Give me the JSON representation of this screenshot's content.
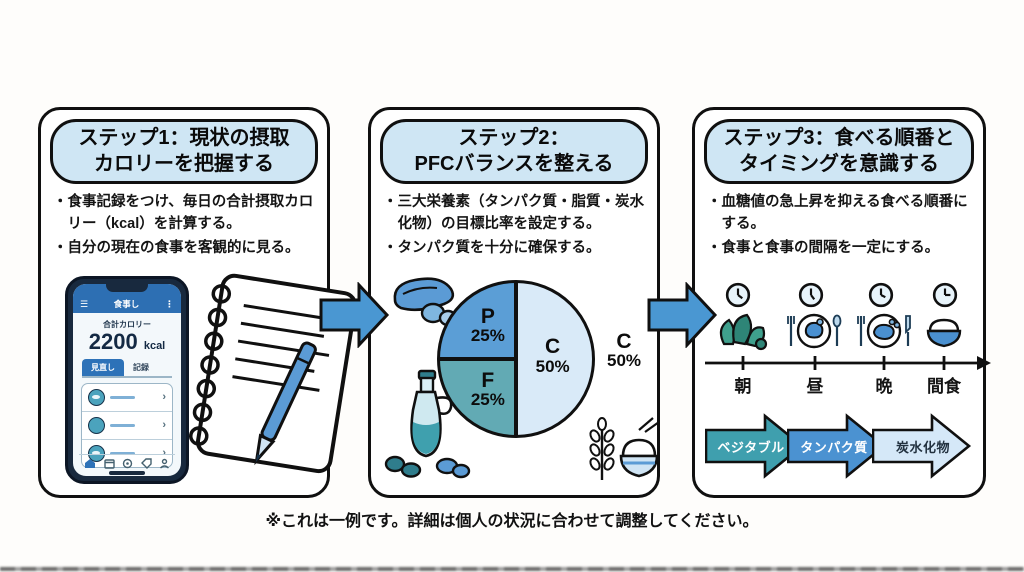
{
  "steps": [
    {
      "title_line1": "ステップ1：現状の摂取",
      "title_line2": "カロリーを把握する",
      "bullets": [
        "・食事記録をつけ、毎日の合計摂取カロリー（kcal）を計算する。",
        "・自分の現在の食事を客観的に見る。"
      ],
      "phone": {
        "menu_icon": "☰",
        "kebab_icon": "⋮",
        "app_title": "食事し",
        "calorie_label": "合計カロリー",
        "calorie_value": "2200",
        "calorie_unit": "kcal",
        "tab_active": "見直し",
        "tab_inactive": "記録",
        "chevron": "›"
      }
    },
    {
      "title_line1": "ステップ2：",
      "title_line2": "PFCバランスを整える",
      "bullets": [
        "・三大栄養素（タンパク質・脂質・炭水化物）の目標比率を設定する。",
        "・タンパク質を十分に確保する。"
      ],
      "pie": {
        "p_label": "P",
        "p_pct": "25%",
        "f_label": "F",
        "f_pct": "25%",
        "c_label": "C",
        "c_pct": "50%",
        "outside_label": "C",
        "outside_pct": "50%"
      }
    },
    {
      "title_line1": "ステップ3：食べる順番と",
      "title_line2": "タイミングを意識する",
      "bullets": [
        "・血糖値の急上昇を抑える食べる順番にする。",
        "・食事と食事の間隔を一定にする。"
      ],
      "timeline": {
        "labels": [
          "朝",
          "昼",
          "晩",
          "間食"
        ]
      },
      "order_arrows": [
        {
          "label": "ベジタブル",
          "color": "#3f9fae"
        },
        {
          "label": "タンパク質",
          "color": "#4b92d1"
        },
        {
          "label": "炭水化物",
          "color": "#d5e8f8"
        }
      ]
    }
  ],
  "footer_note": "※これは一例です。詳細は個人の状況に合わせて調整してください。",
  "chart_data": {
    "type": "pie",
    "title": "PFCバランス",
    "labels": [
      "C",
      "F",
      "P"
    ],
    "values": [
      50,
      25,
      25
    ],
    "colors": [
      "#d9eaf8",
      "#62aab4",
      "#5b9ed6"
    ],
    "annotations": [
      "P 25%",
      "F 25%",
      "C 50%",
      "C 50%"
    ],
    "legend_position": "none"
  },
  "colors": {
    "panel_border": "#101010",
    "title_pill_bg": "#cfe6f4",
    "connector_arrow": "#4a97d2",
    "phone_header_blue": "#2d6fb3",
    "accent_blue": "#4a90c4",
    "accent_teal": "#4ba3bd",
    "greens_teal": "#3fa08d"
  }
}
